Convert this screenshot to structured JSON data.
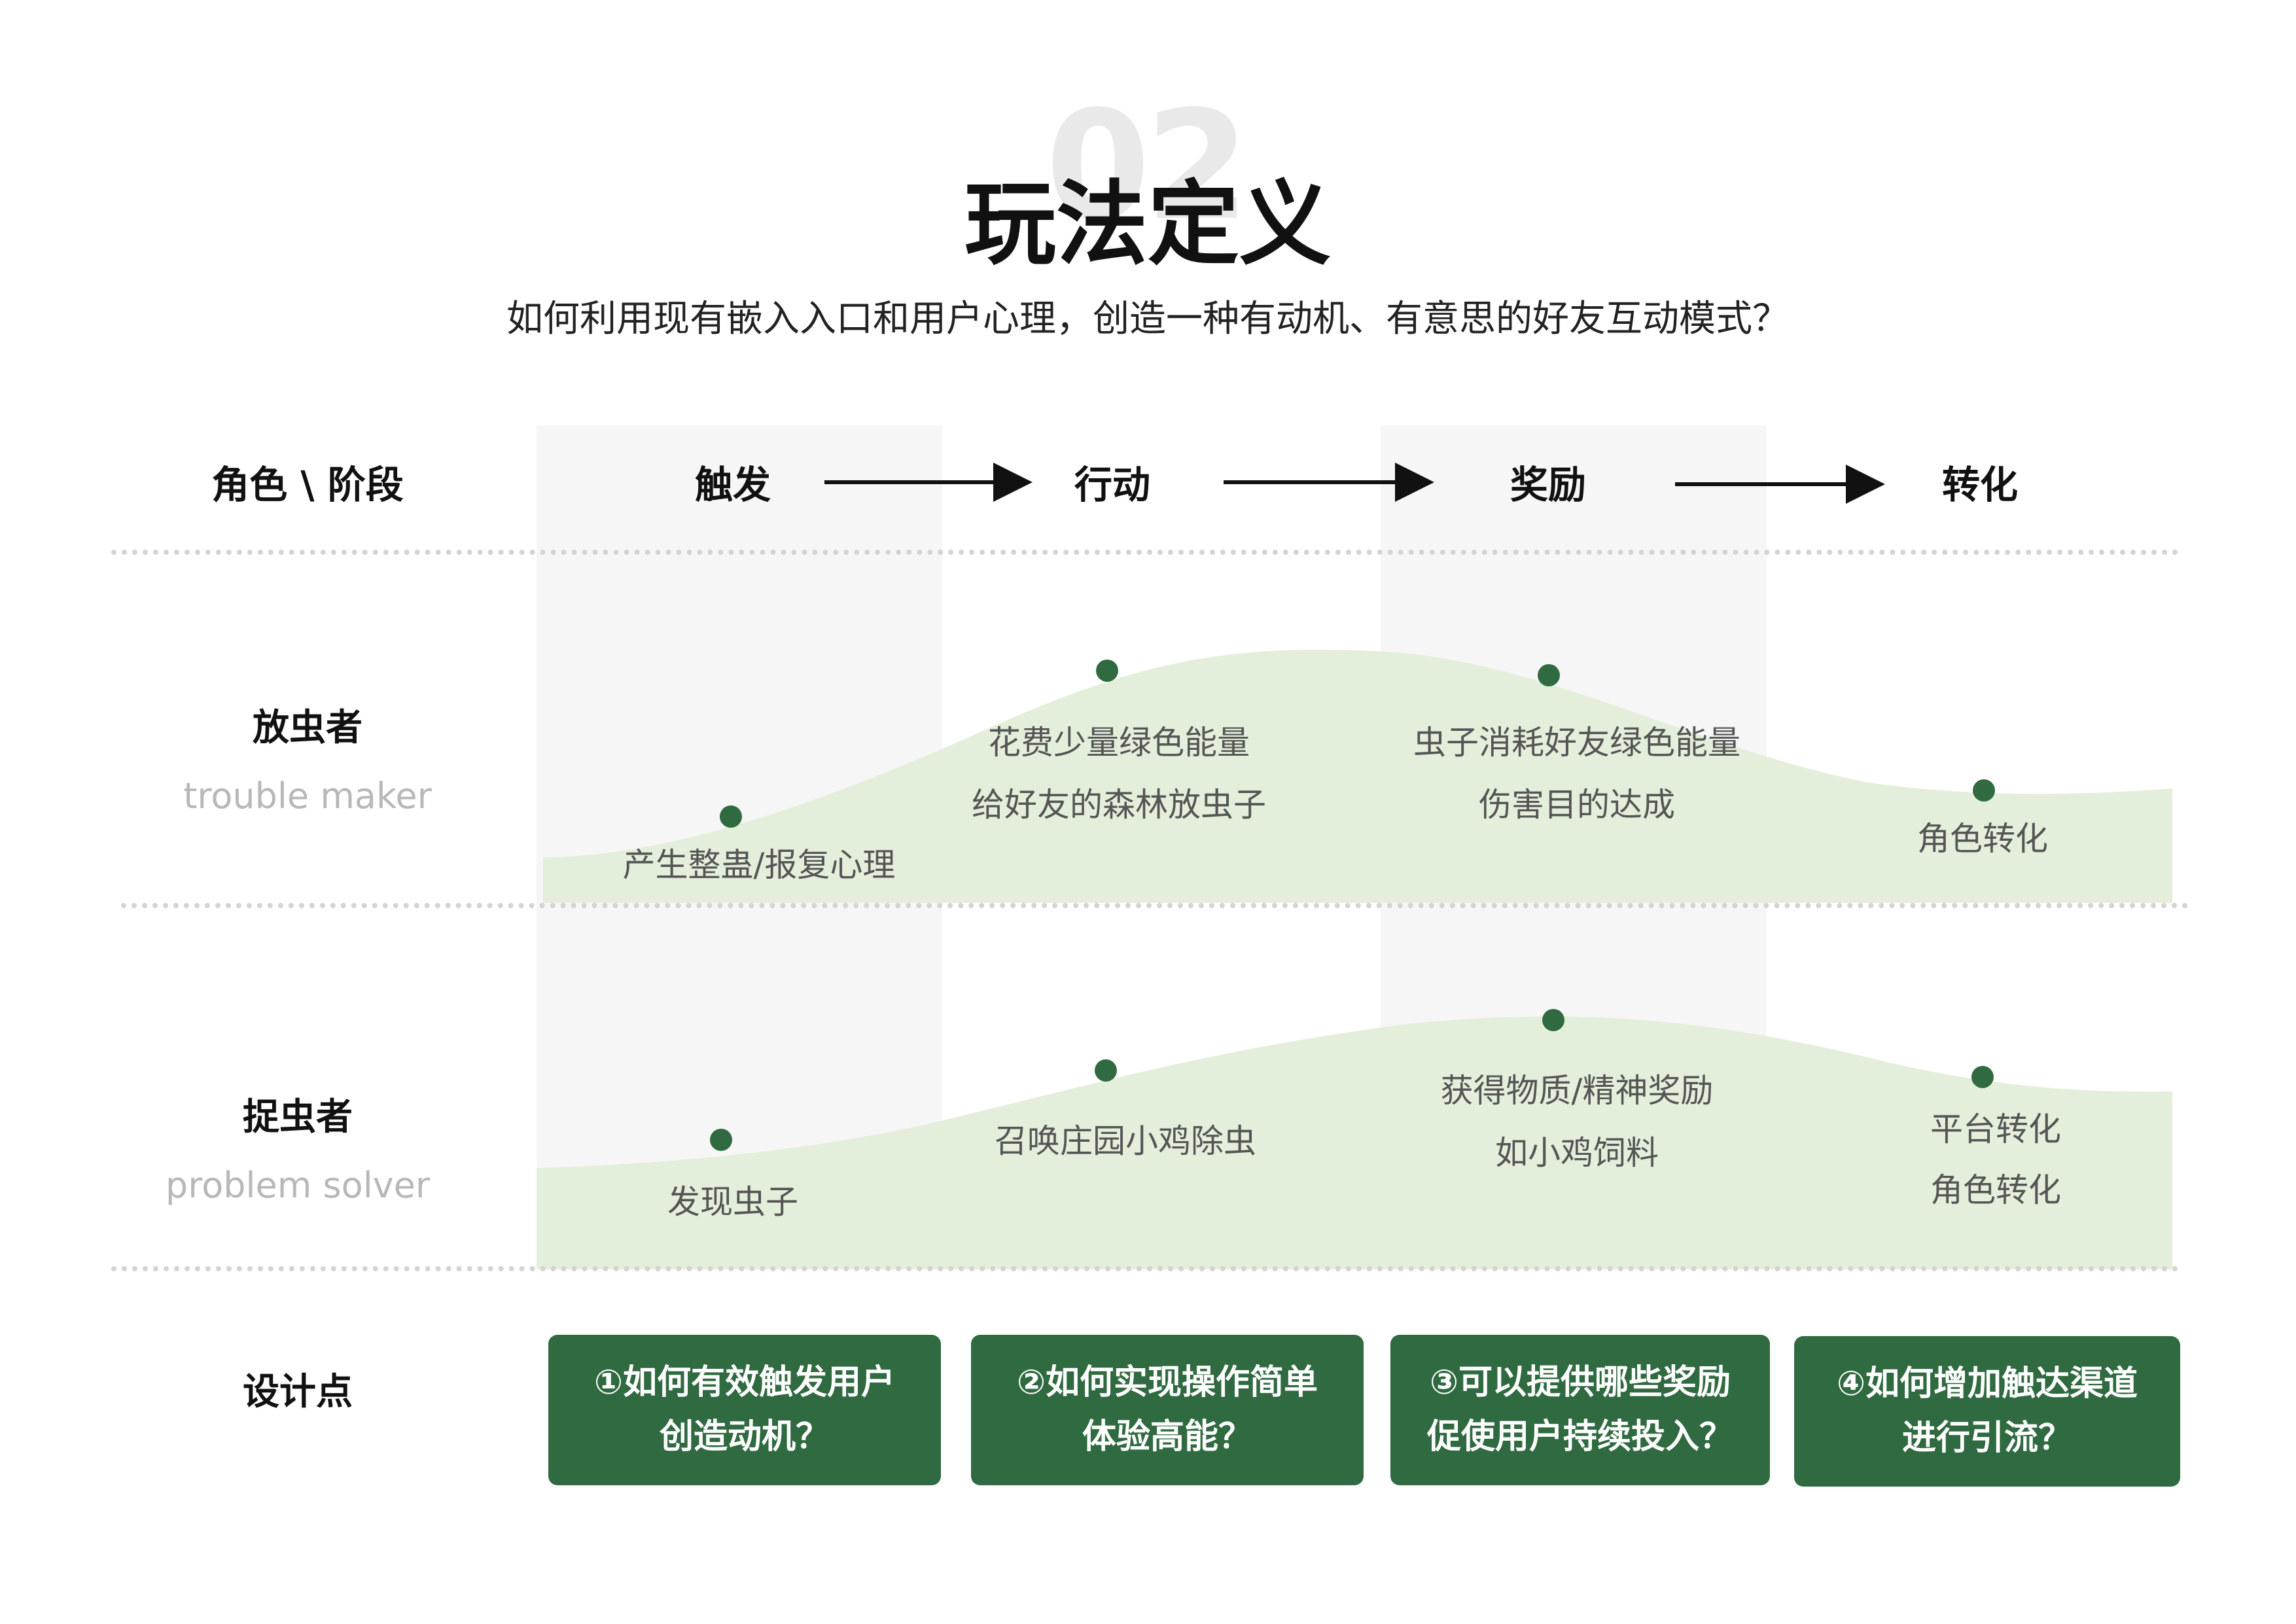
{
  "header": {
    "number": "02",
    "title": "玩法定义",
    "subtitle": "如何利用现有嵌入入口和用户心理，创造一种有动机、有意思的好友互动模式？"
  },
  "table": {
    "corner": "角色 \\ 阶段",
    "stages": [
      "触发",
      "行动",
      "奖励",
      "转化"
    ],
    "design_label": "设计点"
  },
  "roles": [
    {
      "name": "放虫者",
      "english": "trouble maker",
      "steps": [
        [
          "产生整蛊/报复心理"
        ],
        [
          "花费少量绿色能量",
          "给好友的森林放虫子"
        ],
        [
          "虫子消耗好友绿色能量",
          "伤害目的达成"
        ],
        [
          "角色转化"
        ]
      ]
    },
    {
      "name": "捉虫者",
      "english": "problem solver",
      "steps": [
        [
          "发现虫子"
        ],
        [
          "召唤庄园小鸡除虫"
        ],
        [
          "获得物质/精神奖励",
          "如小鸡饲料"
        ],
        [
          "平台转化",
          "角色转化"
        ]
      ]
    }
  ],
  "design_points": [
    [
      "①如何有效触发用户",
      "创造动机？"
    ],
    [
      "②如何实现操作简单",
      "体验高能？"
    ],
    [
      "③可以提供哪些奖励",
      "促使用户持续投入？"
    ],
    [
      "④如何增加触达渠道",
      "进行引流？"
    ]
  ],
  "colors": {
    "accent": "#2f6a40",
    "curve_fill": "#e3efdb",
    "band": "#f6f6f6"
  }
}
